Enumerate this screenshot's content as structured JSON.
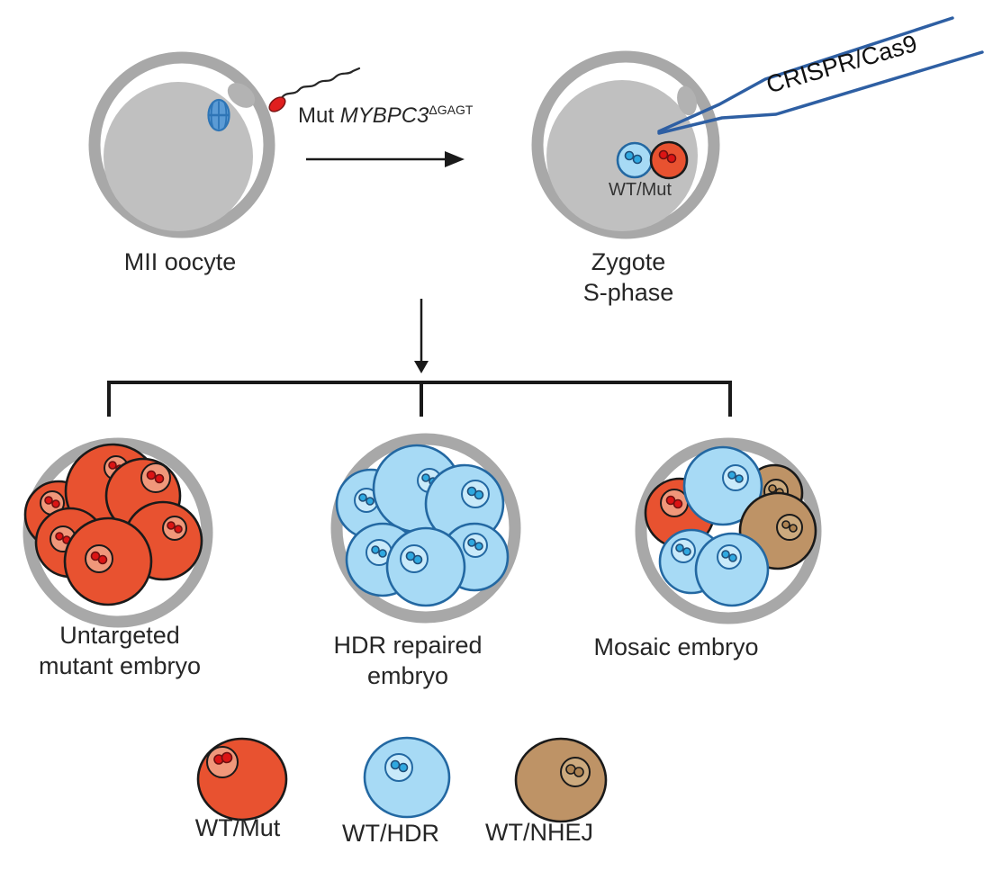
{
  "stage1": {
    "label": "MII oocyte"
  },
  "sperm": {
    "prefix": "Mut ",
    "gene": "MYBPC3",
    "superscript": "ΔGAGT"
  },
  "stage2": {
    "label_line1": "Zygote",
    "label_line2": "S-phase",
    "pronuclei_label": "WT/Mut"
  },
  "needle": {
    "label": "CRISPR/Cas9"
  },
  "outcomes": [
    {
      "line1": "Untargeted",
      "line2": "mutant embryo"
    },
    {
      "line1": "HDR repaired",
      "line2": "embryo"
    },
    {
      "line1": "Mosaic embryo",
      "line2": ""
    }
  ],
  "legend": {
    "items": [
      {
        "label": "WT/Mut",
        "type": "wt_mut"
      },
      {
        "label": "WT/HDR",
        "type": "wt_hdr"
      },
      {
        "label": "WT/NHEJ",
        "type": "wt_nhej"
      }
    ]
  },
  "colors": {
    "zona": "#A8A8A8",
    "cytoplasm": "#C0C0C0",
    "polar_body": "#B3B3B3",
    "needle": "#2E5FA3",
    "spindle_fill": "#5B9BD5",
    "spindle_stroke": "#2E75B6",
    "sperm_head": "#E01E1E",
    "sperm_head_stroke": "#7A1414",
    "sperm_tail": "#262626",
    "line": "#1A1A1A",
    "text": "#262626",
    "wt_mut": {
      "fill": "#E85230",
      "stroke": "#1A1A1A",
      "nucleus": "#F0977A",
      "dot": "#DC1414",
      "dot_stroke": "#6E1010"
    },
    "wt_hdr": {
      "fill": "#A7DAF5",
      "stroke": "#2368A2",
      "nucleus": "#C9EAFA",
      "dot": "#2FA8E0",
      "dot_stroke": "#1F4E79"
    },
    "wt_nhej": {
      "fill": "#BE9366",
      "stroke": "#1A1A1A",
      "nucleus": "#CCAA7E",
      "dot": "#AD8352",
      "dot_stroke": "#1A1A1A"
    }
  }
}
